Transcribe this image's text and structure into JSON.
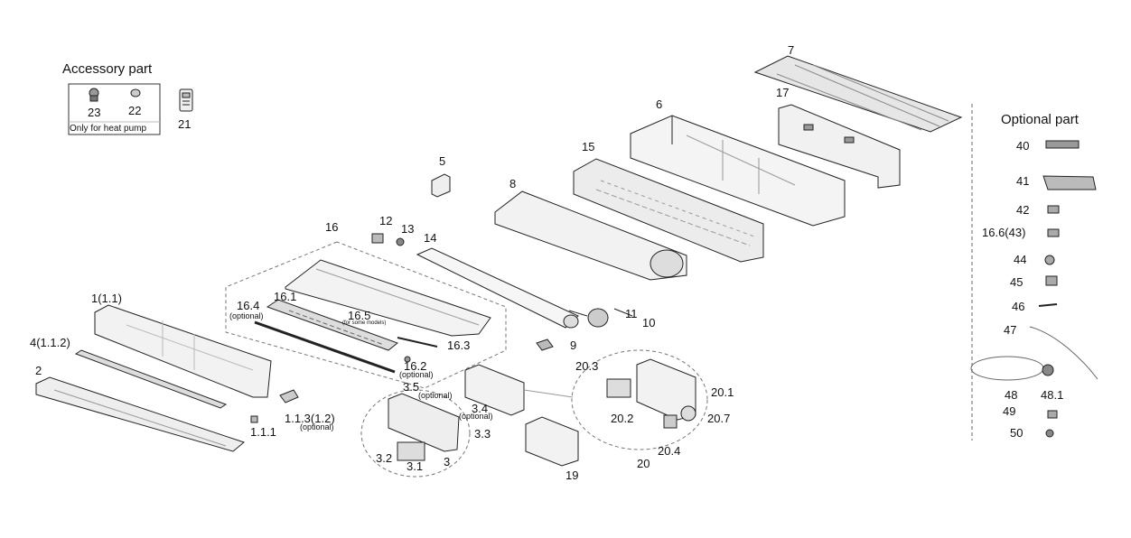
{
  "accessory": {
    "title": "Accessory part",
    "note": "Only for heat pump",
    "labels": [
      "23",
      "22",
      "21"
    ]
  },
  "optional": {
    "title": "Optional part",
    "labels": [
      "40",
      "41",
      "42",
      "16.6(43)",
      "44",
      "45",
      "46",
      "47",
      "48",
      "48.1",
      "49",
      "50"
    ]
  },
  "callouts": {
    "c7": "7",
    "c17": "17",
    "c6": "6",
    "c15": "15",
    "c8": "8",
    "c5": "5",
    "c12": "12",
    "c13": "13",
    "c14": "14",
    "c16": "16",
    "c16_1": "16.1",
    "c16_4": "16.4",
    "c16_4_sub": "(optional)",
    "c16_5": "16.5",
    "c16_5_sub": "(for some models)",
    "c16_3": "16.3",
    "c16_2": "16.2",
    "c16_2_sub": "(optional)",
    "c11": "11",
    "c10": "10",
    "c9": "9",
    "c1": "1(1.1)",
    "c4": "4(1.1.2)",
    "c2": "2",
    "c1_1_1": "1.1.1",
    "c1_1_3": "1.1.3(1.2)",
    "c1_1_3_sub": "(optional)",
    "c3_5": "3.5",
    "c3_5_sub": "(optional)",
    "c3_4": "3.4",
    "c3_4_sub": "(optional)",
    "c3_3": "3.3",
    "c3_2": "3.2",
    "c3_1": "3.1",
    "c3": "3",
    "c19": "19",
    "c20_3": "20.3",
    "c20_1": "20.1",
    "c20_2": "20.2",
    "c20_7": "20.7",
    "c20_4": "20.4",
    "c20": "20"
  }
}
